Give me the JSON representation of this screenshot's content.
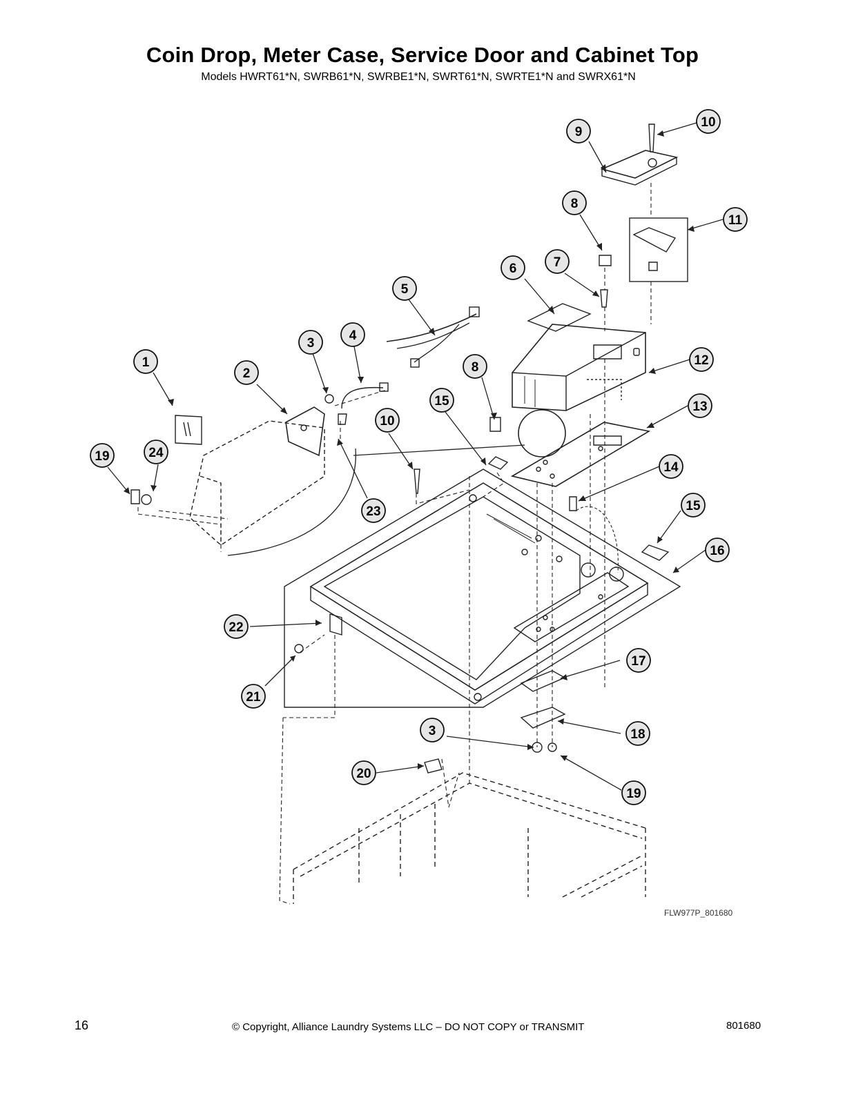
{
  "page": {
    "title": "Coin Drop, Meter Case, Service Door and Cabinet Top",
    "subtitle": "Models HWRT61*N, SWRB61*N, SWRBE1*N, SWRT61*N, SWRTE1*N and SWRX61*N",
    "figure_code": "FLW977P_801680",
    "page_number": "16",
    "copyright": "© Copyright, Alliance Laundry Systems LLC – DO NOT COPY or TRANSMIT",
    "document_number": "801680"
  },
  "callouts": [
    {
      "id": "c1",
      "label": "1"
    },
    {
      "id": "c2",
      "label": "2"
    },
    {
      "id": "c3a",
      "label": "3"
    },
    {
      "id": "c4",
      "label": "4"
    },
    {
      "id": "c5",
      "label": "5"
    },
    {
      "id": "c6",
      "label": "6"
    },
    {
      "id": "c7",
      "label": "7"
    },
    {
      "id": "c8a",
      "label": "8"
    },
    {
      "id": "c8b",
      "label": "8"
    },
    {
      "id": "c9",
      "label": "9"
    },
    {
      "id": "c10a",
      "label": "10"
    },
    {
      "id": "c10b",
      "label": "10"
    },
    {
      "id": "c11",
      "label": "11"
    },
    {
      "id": "c12",
      "label": "12"
    },
    {
      "id": "c13",
      "label": "13"
    },
    {
      "id": "c14",
      "label": "14"
    },
    {
      "id": "c15a",
      "label": "15"
    },
    {
      "id": "c15b",
      "label": "15"
    },
    {
      "id": "c16",
      "label": "16"
    },
    {
      "id": "c17",
      "label": "17"
    },
    {
      "id": "c18",
      "label": "18"
    },
    {
      "id": "c3b",
      "label": "3"
    },
    {
      "id": "c19a",
      "label": "19"
    },
    {
      "id": "c19b",
      "label": "19"
    },
    {
      "id": "c20",
      "label": "20"
    },
    {
      "id": "c21",
      "label": "21"
    },
    {
      "id": "c22",
      "label": "22"
    },
    {
      "id": "c23",
      "label": "23"
    },
    {
      "id": "c24",
      "label": "24"
    }
  ]
}
